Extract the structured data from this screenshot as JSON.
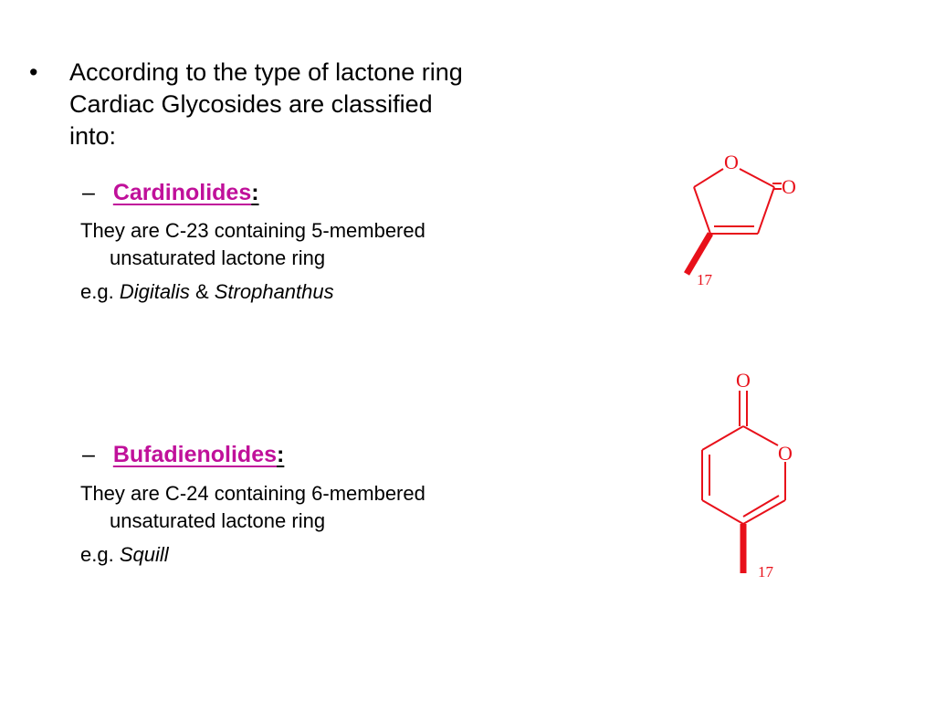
{
  "slide": {
    "bullet_symbol": "•",
    "intro_lines": [
      "According to the type of lactone ring",
      "Cardiac Glycosides are classified",
      "into:"
    ],
    "sections": [
      {
        "dash": "–",
        "term": "Cardinolides",
        "colon": ":",
        "desc_line1": "They are C-23 containing 5-membered",
        "desc_line2": "unsaturated lactone ring",
        "eg_prefix": "e.g. ",
        "eg_item1": "Digitalis",
        "eg_sep": " & ",
        "eg_item2": "Strophanthus"
      },
      {
        "dash": "–",
        "term": "Bufadienolides",
        "colon": ":",
        "desc_line1": "They are C-24 containing 6-membered",
        "desc_line2": "unsaturated lactone ring",
        "eg_prefix": "e.g. ",
        "eg_item1": "Squill"
      }
    ],
    "structures": [
      {
        "name": "butenolide-ring",
        "atom_ring_O": "O",
        "atom_carbonyl_O": "O",
        "position_label": "17"
      },
      {
        "name": "pyranone-ring",
        "atom_ring_O": "O",
        "atom_carbonyl_O": "O",
        "position_label": "17"
      }
    ],
    "colors": {
      "term": "#c0109a",
      "structure": "#e8101a",
      "text": "#000000"
    }
  }
}
